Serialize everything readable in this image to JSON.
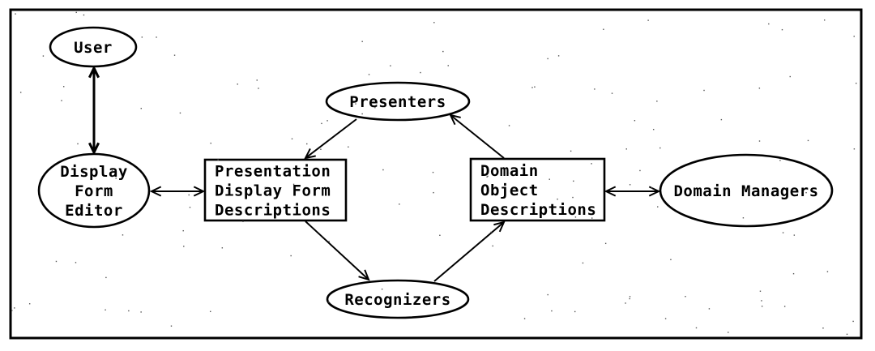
{
  "diagram": {
    "nodes": [
      {
        "id": "user",
        "shape": "ellipse",
        "lines": [
          "User"
        ]
      },
      {
        "id": "display-form-editor",
        "shape": "ellipse",
        "lines": [
          "Display",
          "Form",
          "Editor"
        ]
      },
      {
        "id": "presentation-display-form-descriptions",
        "shape": "rect",
        "lines": [
          "Presentation",
          "Display Form",
          "Descriptions"
        ]
      },
      {
        "id": "presenters",
        "shape": "ellipse",
        "lines": [
          "Presenters"
        ]
      },
      {
        "id": "recognizers",
        "shape": "ellipse",
        "lines": [
          "Recognizers"
        ]
      },
      {
        "id": "domain-object-descriptions",
        "shape": "rect",
        "lines": [
          "Domain",
          "Object",
          "Descriptions"
        ]
      },
      {
        "id": "domain-managers",
        "shape": "ellipse",
        "lines": [
          "Domain Managers"
        ]
      }
    ],
    "edges": [
      {
        "from": "user",
        "to": "display-form-editor",
        "direction": "both"
      },
      {
        "from": "display-form-editor",
        "to": "presentation-display-form-descriptions",
        "direction": "both"
      },
      {
        "from": "presenters",
        "to": "presentation-display-form-descriptions",
        "direction": "forward"
      },
      {
        "from": "presentation-display-form-descriptions",
        "to": "recognizers",
        "direction": "forward"
      },
      {
        "from": "recognizers",
        "to": "domain-object-descriptions",
        "direction": "forward"
      },
      {
        "from": "domain-object-descriptions",
        "to": "presenters",
        "direction": "forward"
      },
      {
        "from": "domain-object-descriptions",
        "to": "domain-managers",
        "direction": "both"
      }
    ]
  }
}
